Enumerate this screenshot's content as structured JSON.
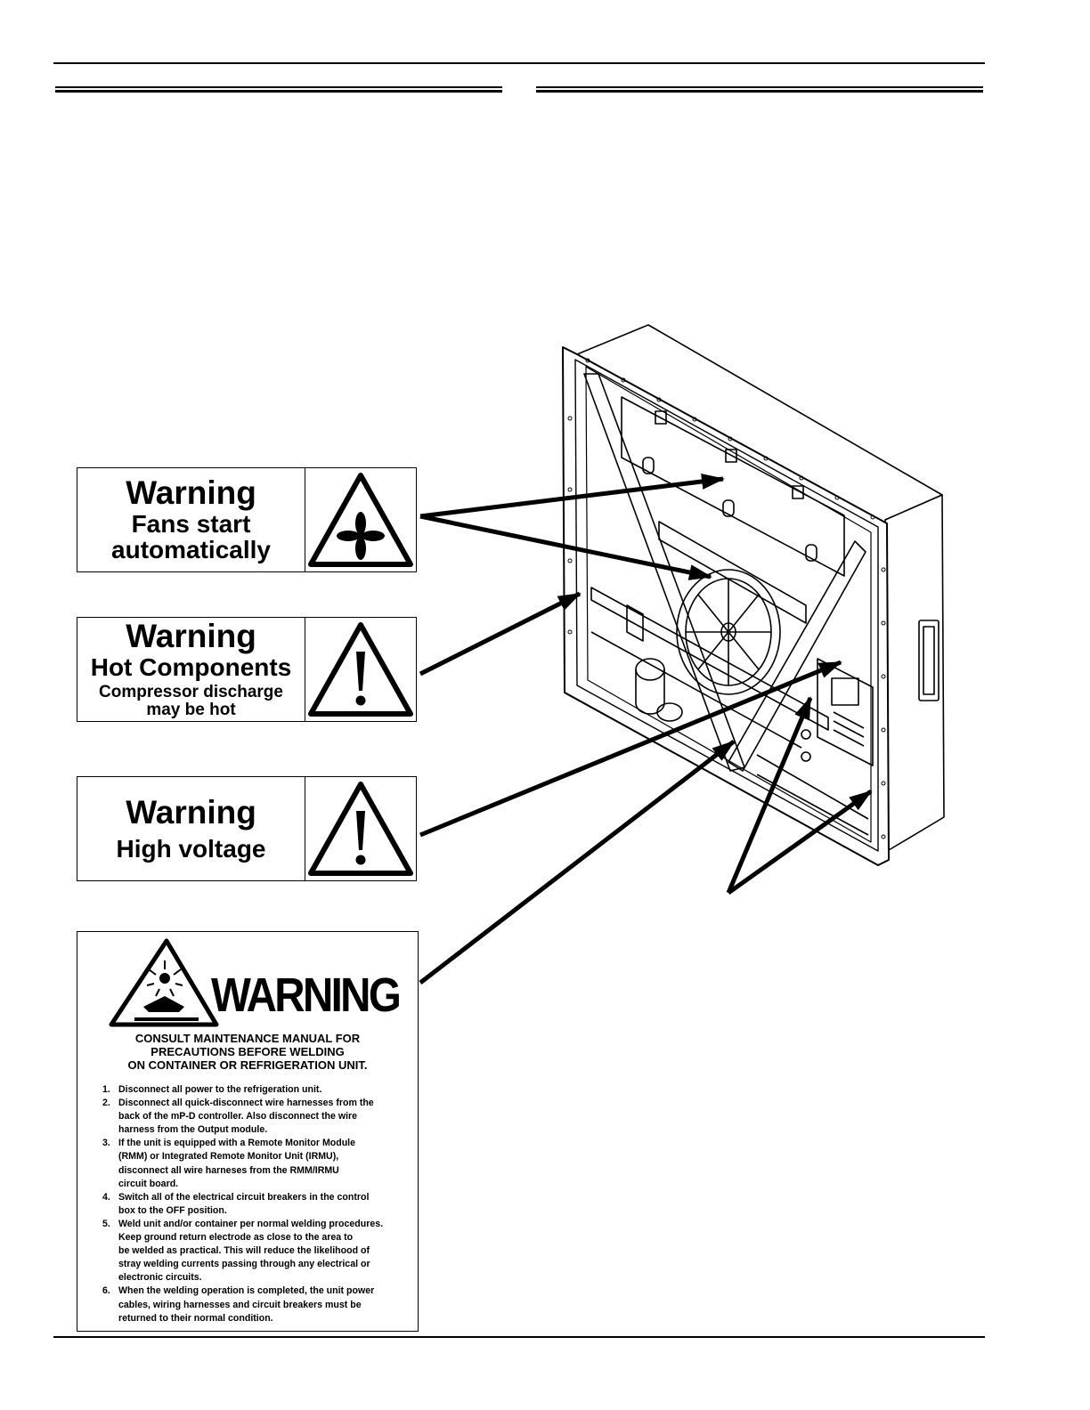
{
  "labels": {
    "fans": {
      "warning": "Warning",
      "line1": "Fans start",
      "line2": "automatically",
      "icon": "fan-warning-icon"
    },
    "hot": {
      "warning": "Warning",
      "line1": "Hot Components",
      "line2": "Compressor discharge",
      "line3": "may be hot",
      "icon": "exclamation-warning-icon"
    },
    "voltage": {
      "warning": "Warning",
      "line1": "High voltage",
      "icon": "exclamation-warning-icon"
    }
  },
  "welding": {
    "title": "WARNING",
    "consult_lines": [
      "CONSULT MAINTENANCE MANUAL FOR",
      "PRECAUTIONS BEFORE WELDING",
      "ON CONTAINER OR REFRIGERATION UNIT."
    ],
    "steps": [
      {
        "num": "1.",
        "text": "Disconnect all power to the refrigeration unit."
      },
      {
        "num": "2.",
        "text": "Disconnect all quick-disconnect wire harnesses from the\nback of the mP-D controller.  Also disconnect the wire\nharness from the Output module."
      },
      {
        "num": "3.",
        "text": "If the unit is equipped with a Remote Monitor Module\n(RMM) or Integrated Remote Monitor Unit (IRMU),\ndisconnect all wire harneses from the RMM/IRMU\ncircuit board."
      },
      {
        "num": "4.",
        "text": "Switch all of the electrical circuit breakers in the control\nbox to the OFF position."
      },
      {
        "num": "5.",
        "text": "Weld unit and/or container per normal welding procedures.\nKeep ground return electrode as close to the area to\nbe welded as practical.  This will reduce the likelihood of\nstray welding currents passing through any electrical or\nelectronic circuits."
      },
      {
        "num": "6.",
        "text": "When the welding operation is completed, the unit power\ncables, wiring harnesses and circuit breakers must be\nreturned to their normal condition."
      }
    ],
    "icon": "welding-spark-warning-icon"
  }
}
